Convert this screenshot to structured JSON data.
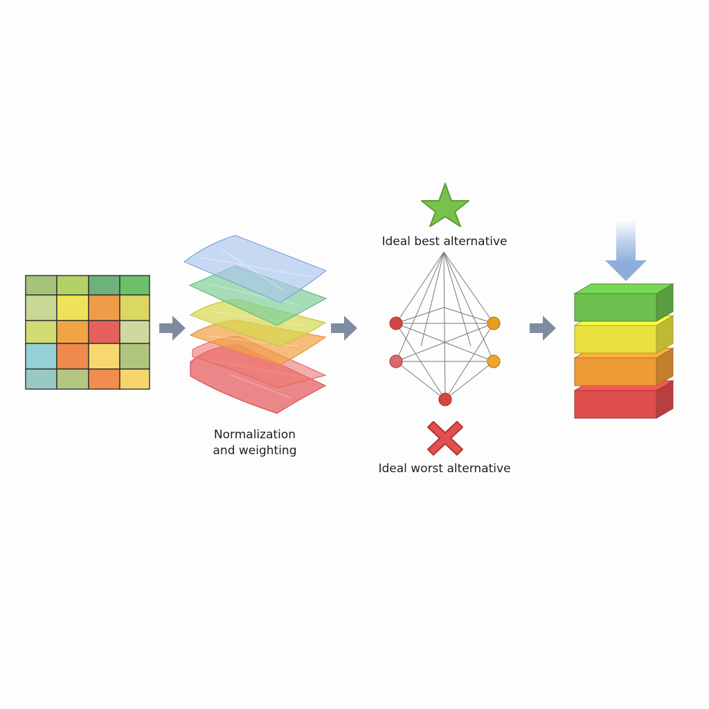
{
  "labels": {
    "normalization_line1": "Normalization",
    "normalization_line2": "and weighting",
    "ideal_best": "Ideal best alternative",
    "ideal_worst": "Ideal worst alternative"
  },
  "icons": {
    "best": "star-icon",
    "worst": "cross-icon",
    "flow": "arrow-right-icon",
    "input": "arrow-down-icon"
  },
  "colors": {
    "green": "#6cbf4a",
    "yellow": "#e8de3a",
    "orange": "#ee9a35",
    "red": "#de4b4b",
    "blue": "#a9c3e6",
    "teal": "#93d0c8",
    "arrow": "#7f8c9f",
    "best_node": "#d64545",
    "worst_node": "#e89a22"
  },
  "decision_matrix": {
    "rows": [
      [
        "#a5c47a",
        "#b3d266",
        "#6cb27a",
        "#6cc06a"
      ],
      [
        "#c9d894",
        "#efe158",
        "#ef9c4a",
        "#dad763"
      ],
      [
        "#d2dc72",
        "#f0a545",
        "#e6605b",
        "#cfd99e"
      ],
      [
        "#95d0d4",
        "#f0894e",
        "#f6d86e",
        "#b1c47e"
      ],
      [
        "#98cac2",
        "#b4c782",
        "#f08e4f",
        "#f7d56d"
      ]
    ]
  },
  "ranking_blocks": [
    "#6cc04e",
    "#e9e23e",
    "#ee9b35",
    "#df4e4c"
  ]
}
